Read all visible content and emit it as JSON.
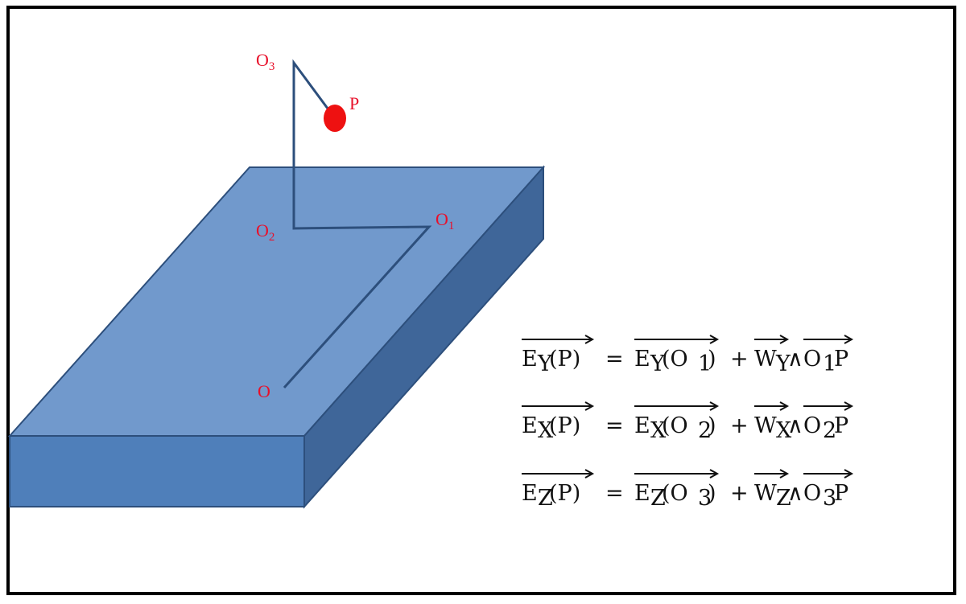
{
  "points": {
    "O": "O",
    "O1": "O1",
    "O2": "O2",
    "O3": "O3",
    "P": "P"
  },
  "equations": [
    {
      "lhs_E": "E",
      "lhs_sub": "Y",
      "lhs_arg": "(P)",
      "eq": "=",
      "rhs_E": "E",
      "rhs_sub": "Y",
      "rhs_arg_open": "(O",
      "rhs_arg_sub": "1",
      "rhs_arg_close": ")",
      "plus": "+",
      "w": "W",
      "w_sub": "Y",
      "wedge": "∧",
      "o": "O",
      "o_sub": "1",
      "p": "P"
    },
    {
      "lhs_E": "E",
      "lhs_sub": "X",
      "lhs_arg": "(P)",
      "eq": "=",
      "rhs_E": "E",
      "rhs_sub": "X",
      "rhs_arg_open": "(O",
      "rhs_arg_sub": "2",
      "rhs_arg_close": ")",
      "plus": "+",
      "w": "W",
      "w_sub": "X",
      "wedge": "∧",
      "o": "O",
      "o_sub": "2",
      "p": "P"
    },
    {
      "lhs_E": "E",
      "lhs_sub": "Z",
      "lhs_arg": "(P)",
      "eq": "=",
      "rhs_E": "E",
      "rhs_sub": "Z",
      "rhs_arg_open": "(O",
      "rhs_arg_sub": "3",
      "rhs_arg_close": ")",
      "plus": "+",
      "w": "W",
      "w_sub": "Z",
      "wedge": "∧",
      "o": "O",
      "o_sub": "3",
      "p": "P"
    }
  ],
  "colors": {
    "block_top": "#7199cc",
    "block_front": "#4f7fba",
    "block_side": "#3f6699",
    "block_edge": "#2d4f7c",
    "link": "#2d4f7c",
    "point_red": "#ee1111",
    "label_red": "#e8102a"
  }
}
